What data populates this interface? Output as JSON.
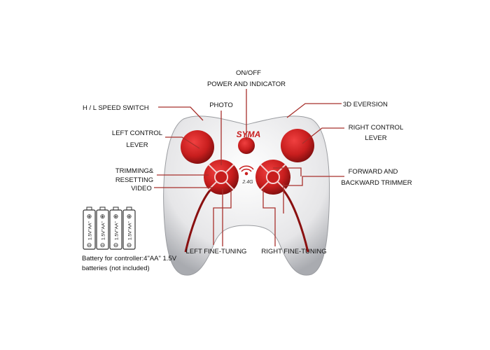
{
  "colors": {
    "accent": "#c81e1e",
    "leader": "#a8302c",
    "body": "#e8e8ea"
  },
  "brand": "SYMA",
  "freq": "2.4G",
  "labels": {
    "onoff": "ON/OFF",
    "power": "POWER AND INDICATOR",
    "speed": "H / L SPEED SWITCH",
    "photo": "PHOTO",
    "eversion": "3D EVERSION",
    "left_lever_1": "LEFT CONTROL",
    "left_lever_2": "LEVER",
    "right_lever_1": "RIGHT CONTROL",
    "right_lever_2": "LEVER",
    "trim_1": "TRIMMING&",
    "trim_2": "RESETTING",
    "video": "VIDEO",
    "fwd_1": "FORWARD AND",
    "fwd_2": "BACKWARD TRIMMER",
    "left_fine": "LEFT FINE-TUNING",
    "right_fine": "RIGHT FINE-TUNING"
  },
  "battery": {
    "cell_label": "1.5V\"AA\"",
    "caption_1": "Battery for controller:4\"AA\" 1.5V",
    "caption_2": "batteries (not included)"
  }
}
